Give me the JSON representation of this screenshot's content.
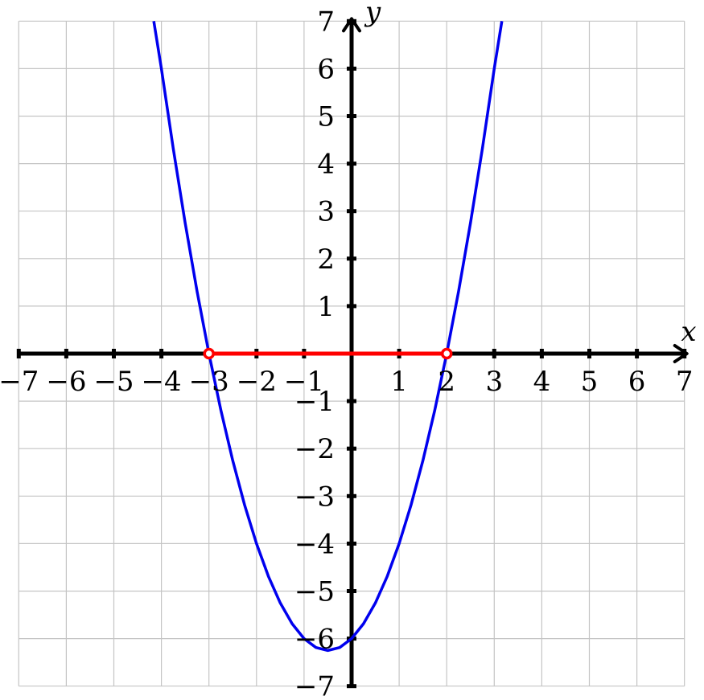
{
  "chart_data": {
    "type": "line",
    "xlabel": "x",
    "ylabel": "y",
    "xlim": [
      -7,
      7
    ],
    "ylim": [
      -7,
      7
    ],
    "grid": true,
    "x_ticks": [
      -7,
      -6,
      -5,
      -4,
      -3,
      -2,
      -1,
      1,
      2,
      3,
      4,
      5,
      6,
      7
    ],
    "y_ticks": [
      -7,
      -6,
      -5,
      -4,
      -3,
      -2,
      -1,
      1,
      2,
      3,
      4,
      5,
      6,
      7
    ],
    "x_tick_labels": [
      "−7",
      "−6",
      "−5",
      "−4",
      "−3",
      "−2",
      "−1",
      "1",
      "2",
      "3",
      "4",
      "5",
      "6",
      "7"
    ],
    "y_tick_labels": [
      "−7",
      "−6",
      "−5",
      "−4",
      "−3",
      "−2",
      "−1",
      "1",
      "2",
      "3",
      "4",
      "5",
      "6",
      "7"
    ],
    "series": [
      {
        "type": "line",
        "color": "#0000ee",
        "points": [
          [
            -4.16,
            7.0
          ],
          [
            -4.0,
            6.0
          ],
          [
            -3.75,
            4.3125
          ],
          [
            -3.5,
            2.75
          ],
          [
            -3.25,
            1.3125
          ],
          [
            -3.0,
            0.0
          ],
          [
            -2.75,
            -1.1875
          ],
          [
            -2.5,
            -2.25
          ],
          [
            -2.25,
            -3.1875
          ],
          [
            -2.0,
            -4.0
          ],
          [
            -1.75,
            -4.6875
          ],
          [
            -1.5,
            -5.25
          ],
          [
            -1.25,
            -5.6875
          ],
          [
            -1.0,
            -6.0
          ],
          [
            -0.75,
            -6.1875
          ],
          [
            -0.5,
            -6.25
          ],
          [
            -0.25,
            -6.1875
          ],
          [
            0.0,
            -6.0
          ],
          [
            0.25,
            -5.6875
          ],
          [
            0.5,
            -5.25
          ],
          [
            0.75,
            -4.6875
          ],
          [
            1.0,
            -4.0
          ],
          [
            1.25,
            -3.1875
          ],
          [
            1.5,
            -2.25
          ],
          [
            1.75,
            -1.1875
          ],
          [
            2.0,
            0.0
          ],
          [
            2.25,
            1.3125
          ],
          [
            2.5,
            2.75
          ],
          [
            2.75,
            4.3125
          ],
          [
            3.0,
            6.0
          ],
          [
            3.16,
            7.0
          ]
        ]
      },
      {
        "type": "segment",
        "color": "#ff0000",
        "points": [
          [
            -3,
            0
          ],
          [
            2,
            0
          ]
        ]
      }
    ],
    "markers": [
      {
        "x": -3,
        "y": 0,
        "color": "#ff0000",
        "fill": "#ffffff"
      },
      {
        "x": 2,
        "y": 0,
        "color": "#ff0000",
        "fill": "#ffffff"
      }
    ]
  }
}
